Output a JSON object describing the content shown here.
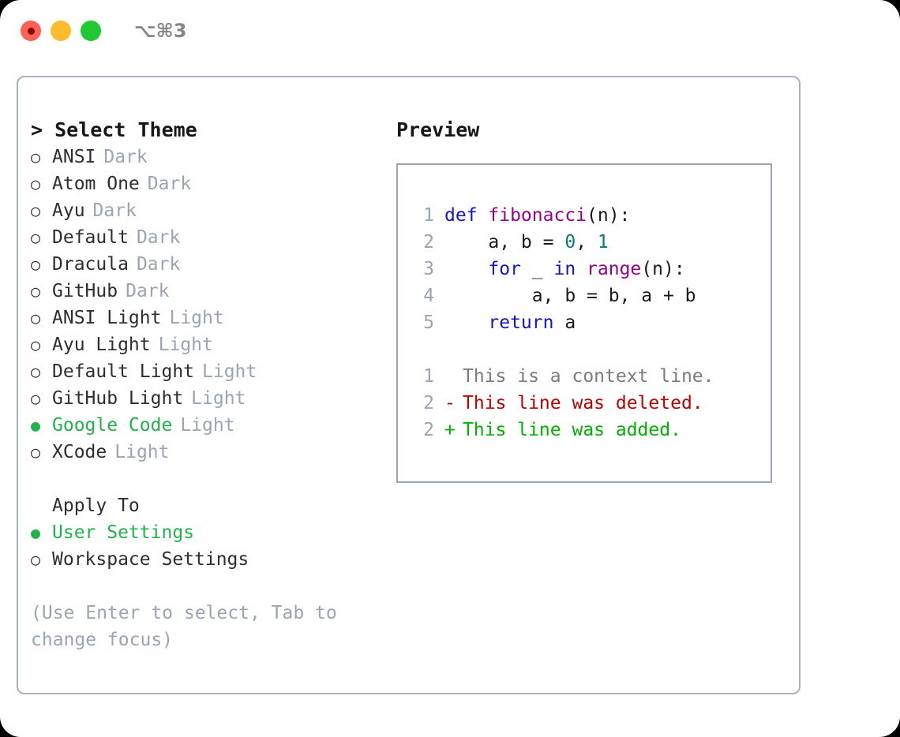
{
  "window": {
    "shortcut": "⌥⌘3",
    "traffic_lights": [
      {
        "name": "close-button",
        "color": "#ff6058"
      },
      {
        "name": "minimize-button",
        "color": "#ffbd2e"
      },
      {
        "name": "maximize-button",
        "color": "#20c933"
      }
    ]
  },
  "theme_selector": {
    "title": "> Select Theme",
    "items": [
      {
        "marker": "○",
        "selected": false,
        "name": "ANSI",
        "variant": "Dark"
      },
      {
        "marker": "○",
        "selected": false,
        "name": "Atom One",
        "variant": "Dark"
      },
      {
        "marker": "○",
        "selected": false,
        "name": "Ayu",
        "variant": "Dark"
      },
      {
        "marker": "○",
        "selected": false,
        "name": "Default",
        "variant": "Dark"
      },
      {
        "marker": "○",
        "selected": false,
        "name": "Dracula",
        "variant": "Dark"
      },
      {
        "marker": "○",
        "selected": false,
        "name": "GitHub",
        "variant": "Dark"
      },
      {
        "marker": "○",
        "selected": false,
        "name": "ANSI Light",
        "variant": "Light"
      },
      {
        "marker": "○",
        "selected": false,
        "name": "Ayu Light",
        "variant": "Light"
      },
      {
        "marker": "○",
        "selected": false,
        "name": "Default Light",
        "variant": "Light"
      },
      {
        "marker": "○",
        "selected": false,
        "name": "GitHub Light",
        "variant": "Light"
      },
      {
        "marker": "●",
        "selected": true,
        "name": "Google Code",
        "variant": "Light"
      },
      {
        "marker": "○",
        "selected": false,
        "name": "XCode",
        "variant": "Light"
      }
    ]
  },
  "apply_to": {
    "heading": "Apply To",
    "options": [
      {
        "marker": "●",
        "selected": true,
        "label": "User Settings"
      },
      {
        "marker": "○",
        "selected": false,
        "label": "Workspace Settings"
      }
    ]
  },
  "hint": "(Use Enter to select, Tab to change focus)",
  "preview": {
    "title": "Preview",
    "code_lines": [
      {
        "ln": "1",
        "tokens": [
          {
            "t": "def ",
            "c": "kw"
          },
          {
            "t": "fibonacci",
            "c": "fn"
          },
          {
            "t": "(n):",
            "c": "plain"
          }
        ]
      },
      {
        "ln": "2",
        "tokens": [
          {
            "t": "    a, b = ",
            "c": "plain"
          },
          {
            "t": "0",
            "c": "num"
          },
          {
            "t": ", ",
            "c": "plain"
          },
          {
            "t": "1",
            "c": "num"
          }
        ]
      },
      {
        "ln": "3",
        "tokens": [
          {
            "t": "    ",
            "c": "plain"
          },
          {
            "t": "for",
            "c": "kw"
          },
          {
            "t": " _ ",
            "c": "plain"
          },
          {
            "t": "in",
            "c": "kw"
          },
          {
            "t": " ",
            "c": "plain"
          },
          {
            "t": "range",
            "c": "fn"
          },
          {
            "t": "(n):",
            "c": "plain"
          }
        ]
      },
      {
        "ln": "4",
        "tokens": [
          {
            "t": "        a, b = b, a + b",
            "c": "plain"
          }
        ]
      },
      {
        "ln": "5",
        "tokens": [
          {
            "t": "    ",
            "c": "plain"
          },
          {
            "t": "return",
            "c": "kw"
          },
          {
            "t": " a",
            "c": "plain"
          }
        ]
      }
    ],
    "diff_lines": [
      {
        "ln": "1",
        "mark": " ",
        "text": "This is a context line.",
        "kind": "ctx"
      },
      {
        "ln": "2",
        "mark": "-",
        "text": "This line was deleted.",
        "kind": "del"
      },
      {
        "ln": "2",
        "mark": "+",
        "text": "This line was added.",
        "kind": "add"
      }
    ]
  },
  "colors": {
    "accent_green": "#22b24c",
    "muted": "#9aa5b1",
    "keyword": "#1414cc",
    "function": "#99008c",
    "number": "#0a7b72",
    "diff_delete": "#c00000",
    "diff_add": "#00b200",
    "border": "#aab3bd"
  }
}
